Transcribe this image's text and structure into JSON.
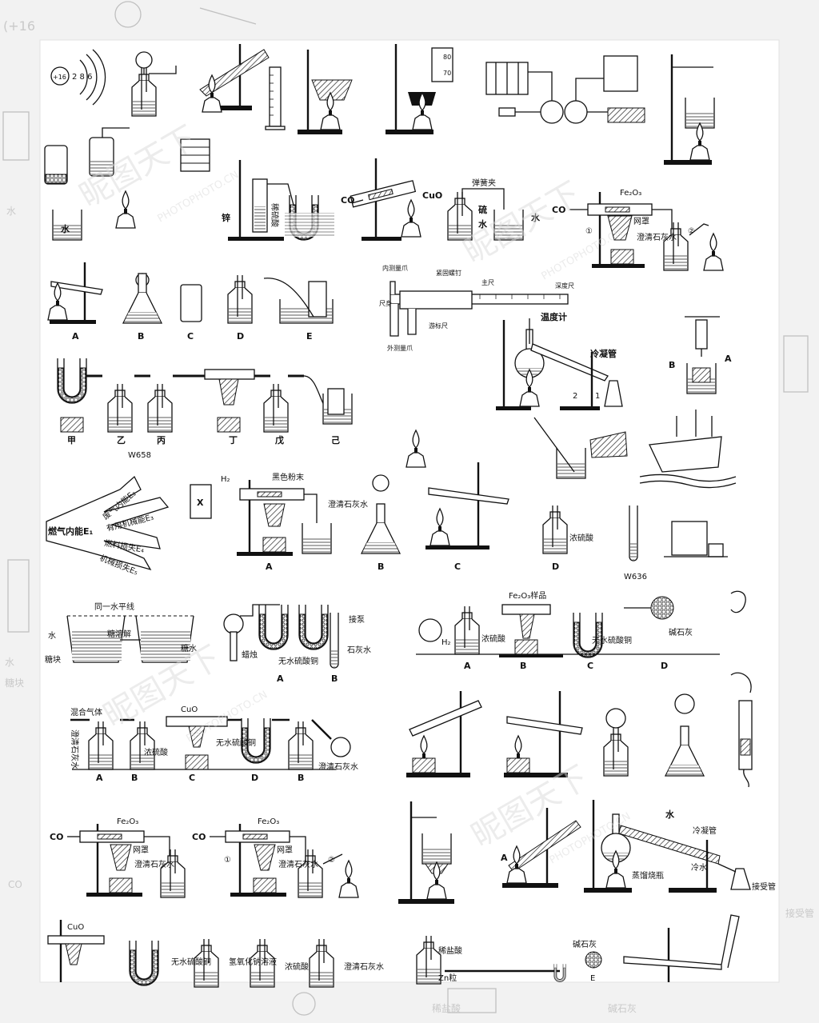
{
  "atom": {
    "nucleus": "+16",
    "shells": "2 8 6"
  },
  "watermark": {
    "brand": "昵图天下",
    "site": "PHOTOPHOTO.CN"
  },
  "row2": {
    "zinc": "锌",
    "dilute_acid": "稀硫酸",
    "co_left": "CO",
    "cuo": "CuO",
    "spring_clip": "弹簧夹",
    "sulfur": "硫",
    "water_small": "水",
    "water_beaker": "水",
    "co_right": "CO",
    "fe2o3": "Fe₂O₃",
    "net_cover": "网罩",
    "limewater": "澄清石灰水",
    "circle1": "①",
    "circle2": "②"
  },
  "row3": {
    "labels": [
      "A",
      "B",
      "C",
      "D",
      "E"
    ],
    "caliper": {
      "inner_jaw": "内测量爪",
      "lock_screw": "紧固螺钉",
      "main_scale": "主尺",
      "depth_bar": "深度尺",
      "vernier": "游标尺",
      "outer_jaw": "外测量爪"
    },
    "thermometer": "温度计",
    "condenser": "冷凝管",
    "arrow1": "1",
    "arrow2": "2",
    "spring_b": "B",
    "spring_a": "A"
  },
  "row4": {
    "labels": [
      "甲",
      "乙",
      "丙",
      "丁",
      "戊",
      "己"
    ],
    "code": "W658"
  },
  "row5": {
    "energy": {
      "total": "燃气内能E₁",
      "exhaust": "废气内能E₂",
      "useful": "有用机械能E₃",
      "fuel_loss": "燃料损失E₄",
      "mech_loss": "机械损失E₅"
    },
    "x_box": "X",
    "h2": "H₂",
    "black_powder": "黑色粉末",
    "limewater": "澄清石灰水",
    "labels": [
      "A",
      "B",
      "C",
      "D"
    ],
    "conc_acid": "浓硫酸",
    "code": "W636"
  },
  "row6": {
    "level_line": "同一水平线",
    "water": "水",
    "sugar_block": "糖块",
    "sugar_dissolve": "糖溶解",
    "sugar_water": "糖水",
    "candle": "蜡烛",
    "anhydrous": "无水硫酸铜",
    "pump": "接泵",
    "limewater": "石灰水",
    "ab": [
      "A",
      "B"
    ],
    "fe2o3_sample": "Fe₂O₃样品",
    "h2": "H₂",
    "conc_acid": "浓硫酸",
    "anhydrous2": "无水硫酸铜",
    "soda_lime": "碱石灰",
    "abcd": [
      "A",
      "B",
      "C",
      "D"
    ]
  },
  "row7": {
    "mixed_gas": "混合气体",
    "cuo": "CuO",
    "limewater": "澄清石灰水",
    "conc_acid": "浓硫酸",
    "anhydrous": "无水硫酸铜",
    "limewater2": "澄清石灰水",
    "labels": [
      "A",
      "B",
      "C",
      "D",
      "B"
    ]
  },
  "row8": {
    "co1": "CO",
    "fe2o3_1": "Fe₂O₃",
    "net1": "网罩",
    "lime1": "澄清石灰水",
    "co2": "CO",
    "fe2o3_2": "Fe₂O₃",
    "net2": "网罩",
    "lime2": "澄清石灰水",
    "c1": "①",
    "c2": "②",
    "a_label": "A",
    "water": "水",
    "condenser": "冷凝管",
    "distill_flask": "蒸馏烧瓶",
    "cold_water": "冷水",
    "receiver": "接受管"
  },
  "row9": {
    "cuo": "CuO",
    "anhydrous": "无水硫酸铜",
    "naoh": "氢氧化钠溶液",
    "conc_acid": "浓硫酸",
    "limewater": "澄清石灰水",
    "dilute_hcl": "稀盐酸",
    "zn": "Zn粒",
    "soda_lime": "碱石灰",
    "e": "E"
  }
}
